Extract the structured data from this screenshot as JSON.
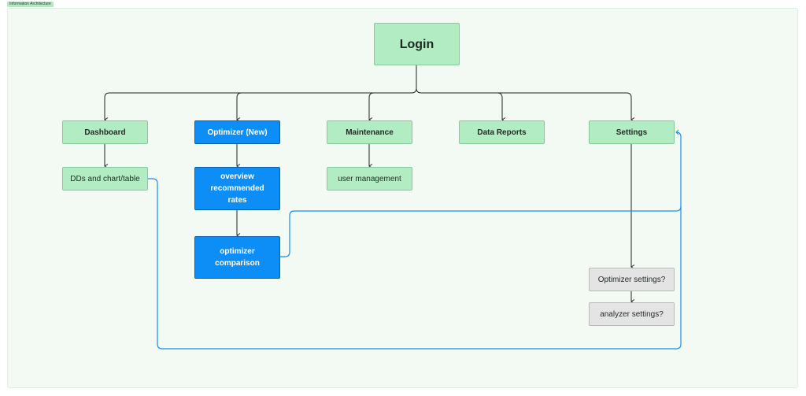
{
  "frame": {
    "label": "Information Architecture"
  },
  "nodes": {
    "login": "Login",
    "dashboard": "Dashboard",
    "dashboard_child": "DDs and chart/table",
    "optimizer": "Optimizer (New)",
    "optimizer_overview": "overview recommended rates",
    "optimizer_comparison": "optimizer comparison",
    "maintenance": "Maintenance",
    "maintenance_child": "user management",
    "data_reports": "Data Reports",
    "settings": "Settings",
    "optimizer_settings": "Optimizer settings?",
    "analyzer_settings": "analyzer settings?"
  },
  "colors": {
    "green_node": "#b2ecc3",
    "blue_node": "#0d8ef7",
    "gray_node": "#e4e4e4",
    "blue_connector": "#1a8cf0",
    "black_connector": "#222222",
    "canvas": "#f3faf4"
  }
}
